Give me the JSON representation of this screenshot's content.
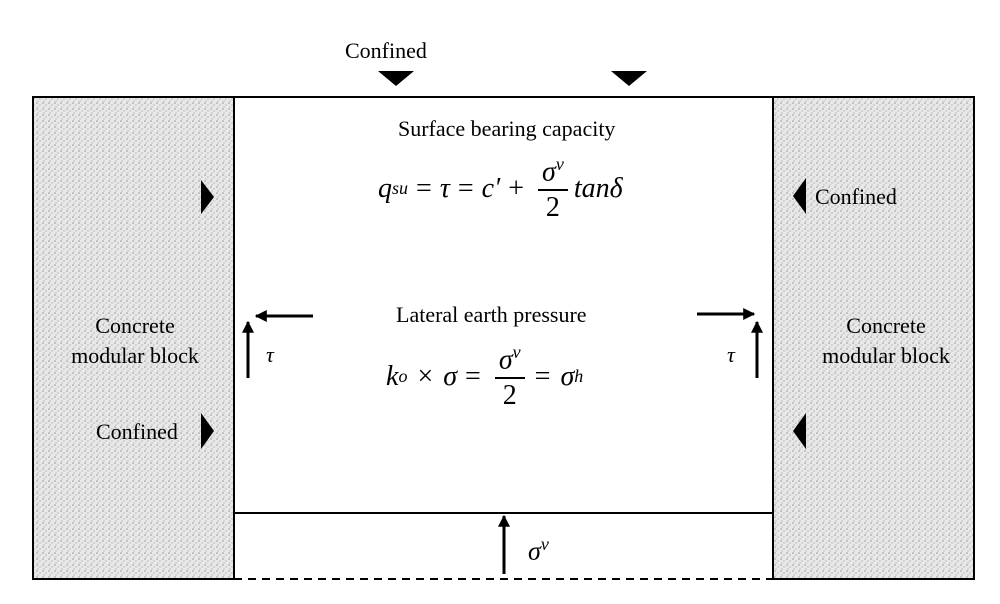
{
  "labels": {
    "confined_top": "Confined",
    "confined_right": "Confined",
    "confined_left": "Confined",
    "surface_bearing_capacity": "Surface bearing capacity",
    "lateral_earth_pressure": "Lateral earth pressure",
    "left_block_line1": "Concrete",
    "left_block_line2": "modular block",
    "right_block_line1": "Concrete",
    "right_block_line2": "modular block",
    "tau_left": "τ",
    "tau_right": "τ",
    "sigma_bottom": "σ",
    "sigma_bottom_sup": "v"
  },
  "equations": {
    "bearing": {
      "lhs_q": "q",
      "lhs_sub": "su",
      "eq1": "=",
      "tau": "τ",
      "eq2": "=",
      "c": "c′",
      "plus": "+",
      "num_sigma": "σ",
      "num_sup": "v",
      "den": "2",
      "tail": "tanδ"
    },
    "lateral": {
      "k": "k",
      "k_sub": "o",
      "times": "×",
      "sigma": "σ",
      "eq1": "=",
      "num_sigma": "σ",
      "num_sup": "v",
      "den": "2",
      "eq2": "=",
      "sigma_h": "σ",
      "sigma_h_sub": "h"
    }
  },
  "colors": {
    "stroke": "#000000",
    "fill_pattern_base": "#e6e6e6"
  }
}
